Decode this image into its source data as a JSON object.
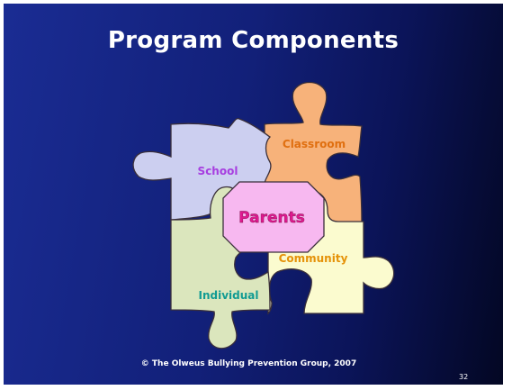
{
  "slide": {
    "title": "Program Components",
    "pieces": {
      "school": "School",
      "classroom": "Classroom",
      "individual": "Individual",
      "community": "Community",
      "center": "Parents"
    },
    "copyright": "© The Olweus Bullying Prevention Group, 2007",
    "page_number": "32"
  },
  "colors": {
    "background": "#14227f",
    "school_piece": "#cccff0",
    "classroom_piece": "#f7b27a",
    "individual_piece": "#dbe6bd",
    "community_piece": "#fbfbcf",
    "parents_fill": "#f7b8f0",
    "school_text": "#a73ee0",
    "classroom_text": "#e06f10",
    "individual_text": "#119b93",
    "community_text": "#e59209",
    "parents_text": "#e01890"
  }
}
